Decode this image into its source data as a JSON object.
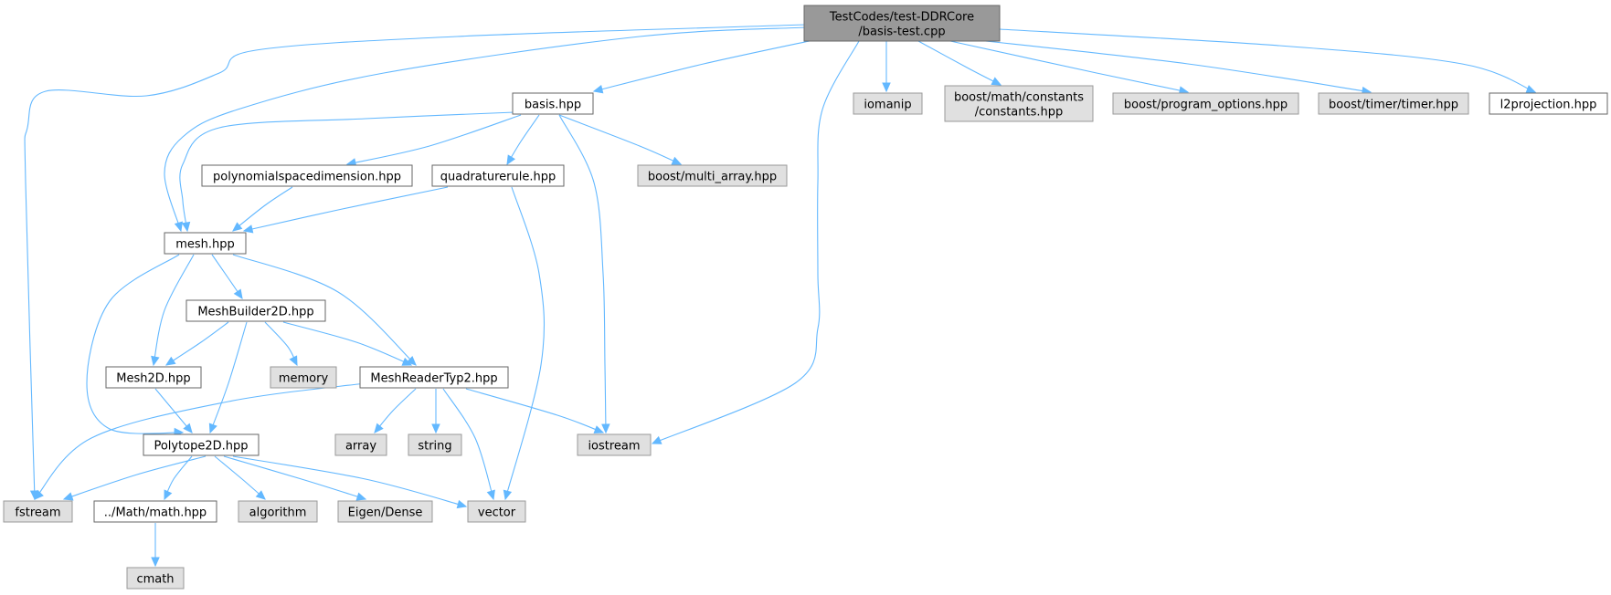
{
  "diagram": {
    "type": "include-dependency-graph",
    "nodes": [
      {
        "id": "root",
        "kind": "root",
        "lines": [
          "TestCodes/test-DDRCore",
          "/basis-test.cpp"
        ]
      },
      {
        "id": "basis",
        "kind": "file",
        "lines": [
          "basis.hpp"
        ]
      },
      {
        "id": "iomanip",
        "kind": "sys",
        "lines": [
          "iomanip"
        ]
      },
      {
        "id": "constants",
        "kind": "sys",
        "lines": [
          "boost/math/constants",
          "/constants.hpp"
        ]
      },
      {
        "id": "program_options",
        "kind": "sys",
        "lines": [
          "boost/program_options.hpp"
        ]
      },
      {
        "id": "timer",
        "kind": "sys",
        "lines": [
          "boost/timer/timer.hpp"
        ]
      },
      {
        "id": "l2projection",
        "kind": "file",
        "lines": [
          "l2projection.hpp"
        ]
      },
      {
        "id": "polyspace",
        "kind": "file",
        "lines": [
          "polynomialspacedimension.hpp"
        ]
      },
      {
        "id": "quadrature",
        "kind": "file",
        "lines": [
          "quadraturerule.hpp"
        ]
      },
      {
        "id": "multi_array",
        "kind": "sys",
        "lines": [
          "boost/multi_array.hpp"
        ]
      },
      {
        "id": "mesh",
        "kind": "file",
        "lines": [
          "mesh.hpp"
        ]
      },
      {
        "id": "meshbuilder",
        "kind": "file",
        "lines": [
          "MeshBuilder2D.hpp"
        ]
      },
      {
        "id": "mesh2d",
        "kind": "file",
        "lines": [
          "Mesh2D.hpp"
        ]
      },
      {
        "id": "memory",
        "kind": "sys",
        "lines": [
          "memory"
        ]
      },
      {
        "id": "meshreader",
        "kind": "file",
        "lines": [
          "MeshReaderTyp2.hpp"
        ]
      },
      {
        "id": "polytope",
        "kind": "file",
        "lines": [
          "Polytope2D.hpp"
        ]
      },
      {
        "id": "array",
        "kind": "sys",
        "lines": [
          "array"
        ]
      },
      {
        "id": "string",
        "kind": "sys",
        "lines": [
          "string"
        ]
      },
      {
        "id": "iostream",
        "kind": "sys",
        "lines": [
          "iostream"
        ]
      },
      {
        "id": "fstream",
        "kind": "sys",
        "lines": [
          "fstream"
        ]
      },
      {
        "id": "math",
        "kind": "file",
        "lines": [
          "../Math/math.hpp"
        ]
      },
      {
        "id": "algorithm",
        "kind": "sys",
        "lines": [
          "algorithm"
        ]
      },
      {
        "id": "eigen",
        "kind": "sys",
        "lines": [
          "Eigen/Dense"
        ]
      },
      {
        "id": "vector",
        "kind": "sys",
        "lines": [
          "vector"
        ]
      },
      {
        "id": "cmath",
        "kind": "sys",
        "lines": [
          "cmath"
        ]
      }
    ],
    "edges": [
      {
        "from": "root",
        "to": "fstream"
      },
      {
        "from": "root",
        "to": "mesh"
      },
      {
        "from": "root",
        "to": "basis"
      },
      {
        "from": "root",
        "to": "iostream"
      },
      {
        "from": "root",
        "to": "iomanip"
      },
      {
        "from": "root",
        "to": "constants"
      },
      {
        "from": "root",
        "to": "program_options"
      },
      {
        "from": "root",
        "to": "timer"
      },
      {
        "from": "root",
        "to": "l2projection"
      },
      {
        "from": "basis",
        "to": "mesh"
      },
      {
        "from": "basis",
        "to": "polyspace"
      },
      {
        "from": "basis",
        "to": "quadrature"
      },
      {
        "from": "basis",
        "to": "multi_array"
      },
      {
        "from": "basis",
        "to": "iostream"
      },
      {
        "from": "polyspace",
        "to": "mesh"
      },
      {
        "from": "quadrature",
        "to": "mesh"
      },
      {
        "from": "quadrature",
        "to": "vector"
      },
      {
        "from": "mesh",
        "to": "meshbuilder"
      },
      {
        "from": "mesh",
        "to": "mesh2d"
      },
      {
        "from": "mesh",
        "to": "meshreader"
      },
      {
        "from": "mesh",
        "to": "polytope"
      },
      {
        "from": "meshbuilder",
        "to": "mesh2d"
      },
      {
        "from": "meshbuilder",
        "to": "memory"
      },
      {
        "from": "meshbuilder",
        "to": "meshreader"
      },
      {
        "from": "meshbuilder",
        "to": "polytope"
      },
      {
        "from": "mesh2d",
        "to": "polytope"
      },
      {
        "from": "meshreader",
        "to": "fstream"
      },
      {
        "from": "meshreader",
        "to": "array"
      },
      {
        "from": "meshreader",
        "to": "string"
      },
      {
        "from": "meshreader",
        "to": "vector"
      },
      {
        "from": "meshreader",
        "to": "iostream"
      },
      {
        "from": "polytope",
        "to": "fstream"
      },
      {
        "from": "polytope",
        "to": "math"
      },
      {
        "from": "polytope",
        "to": "algorithm"
      },
      {
        "from": "polytope",
        "to": "eigen"
      },
      {
        "from": "polytope",
        "to": "vector"
      },
      {
        "from": "math",
        "to": "cmath"
      }
    ],
    "colors": {
      "edge": "#63b8ff",
      "root_fill": "#999999",
      "root_border": "#666666",
      "file_fill": "#ffffff",
      "file_border": "#666666",
      "sys_fill": "#e0e0e0",
      "sys_border": "#999999",
      "text": "#000000"
    }
  }
}
